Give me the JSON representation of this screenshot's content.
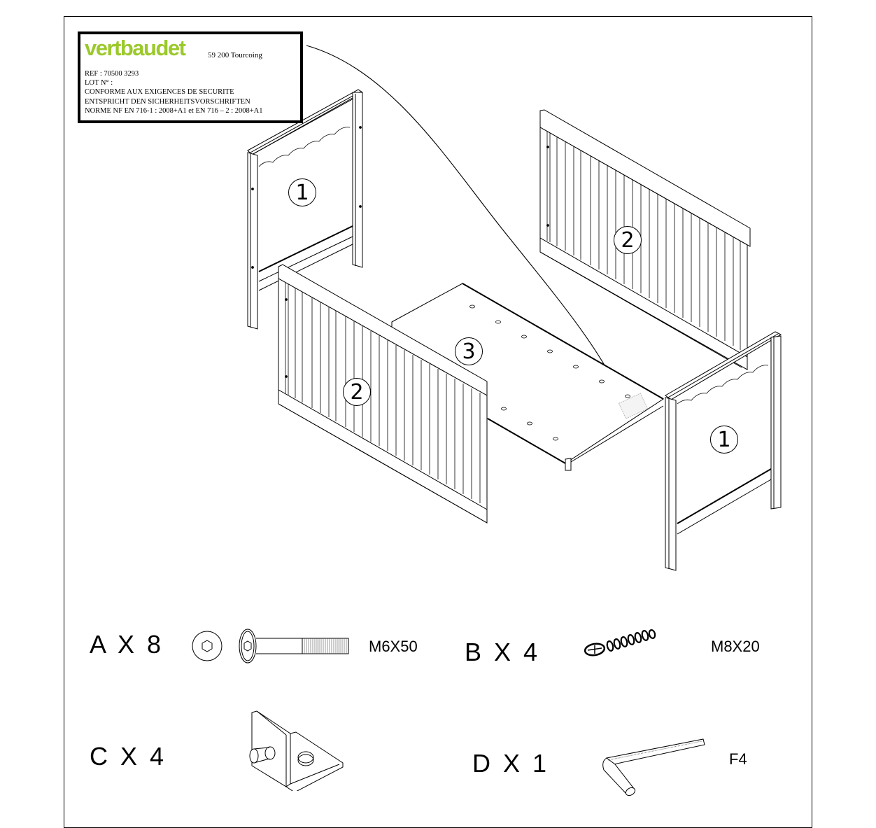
{
  "label": {
    "brand": "vertbaudet",
    "brand_color": "#9BC92A",
    "city": "59 200 Tourcoing",
    "lines": [
      "REF : 70500 3293",
      "LOT N° :",
      "CONFORME AUX EXIGENCES DE SECURITE",
      "ENTSPRICHT DEN SICHERHEITSVORSCHRIFTEN",
      "NORME NF EN 716-1 : 2008+A1  et EN 716 – 2 : 2008+A1"
    ]
  },
  "drawing": {
    "parts": [
      {
        "id": "headboard-left",
        "number": "1"
      },
      {
        "id": "side-rail-back",
        "number": "2"
      },
      {
        "id": "side-rail-front",
        "number": "2"
      },
      {
        "id": "mattress-base",
        "number": "3"
      },
      {
        "id": "headboard-right",
        "number": "1"
      }
    ]
  },
  "hardware": [
    {
      "letter_qty": "A X 8",
      "spec": "M6X50",
      "icon": "hex-bolt-icon"
    },
    {
      "letter_qty": "B X 4",
      "spec": "M8X20",
      "icon": "phillips-screw-icon"
    },
    {
      "letter_qty": "C X 4",
      "spec": "",
      "icon": "angle-bracket-icon"
    },
    {
      "letter_qty": "D X 1",
      "spec": "F4",
      "icon": "allen-key-icon"
    }
  ]
}
